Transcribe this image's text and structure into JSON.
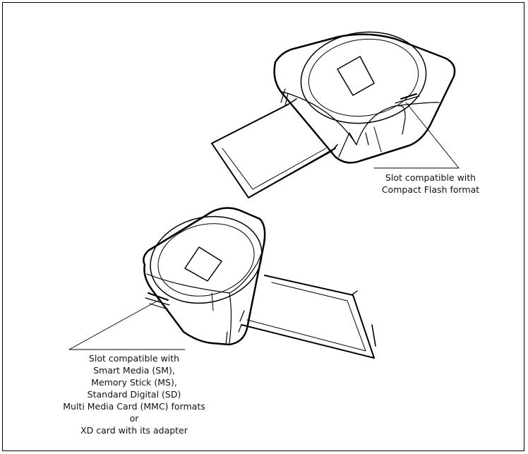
{
  "cf_callout": {
    "lines": [
      "Slot compatible with",
      "Compact Flash format"
    ]
  },
  "multi_callout": {
    "lines": [
      "Slot compatible with",
      "Smart Media (SM),",
      "Memory Stick (MS),",
      "Standard Digital (SD)",
      "Multi Media Card (MMC) formats",
      "or",
      "XD card with its adapter"
    ]
  },
  "colors": {
    "stroke": "#000000",
    "background": "#ffffff"
  }
}
